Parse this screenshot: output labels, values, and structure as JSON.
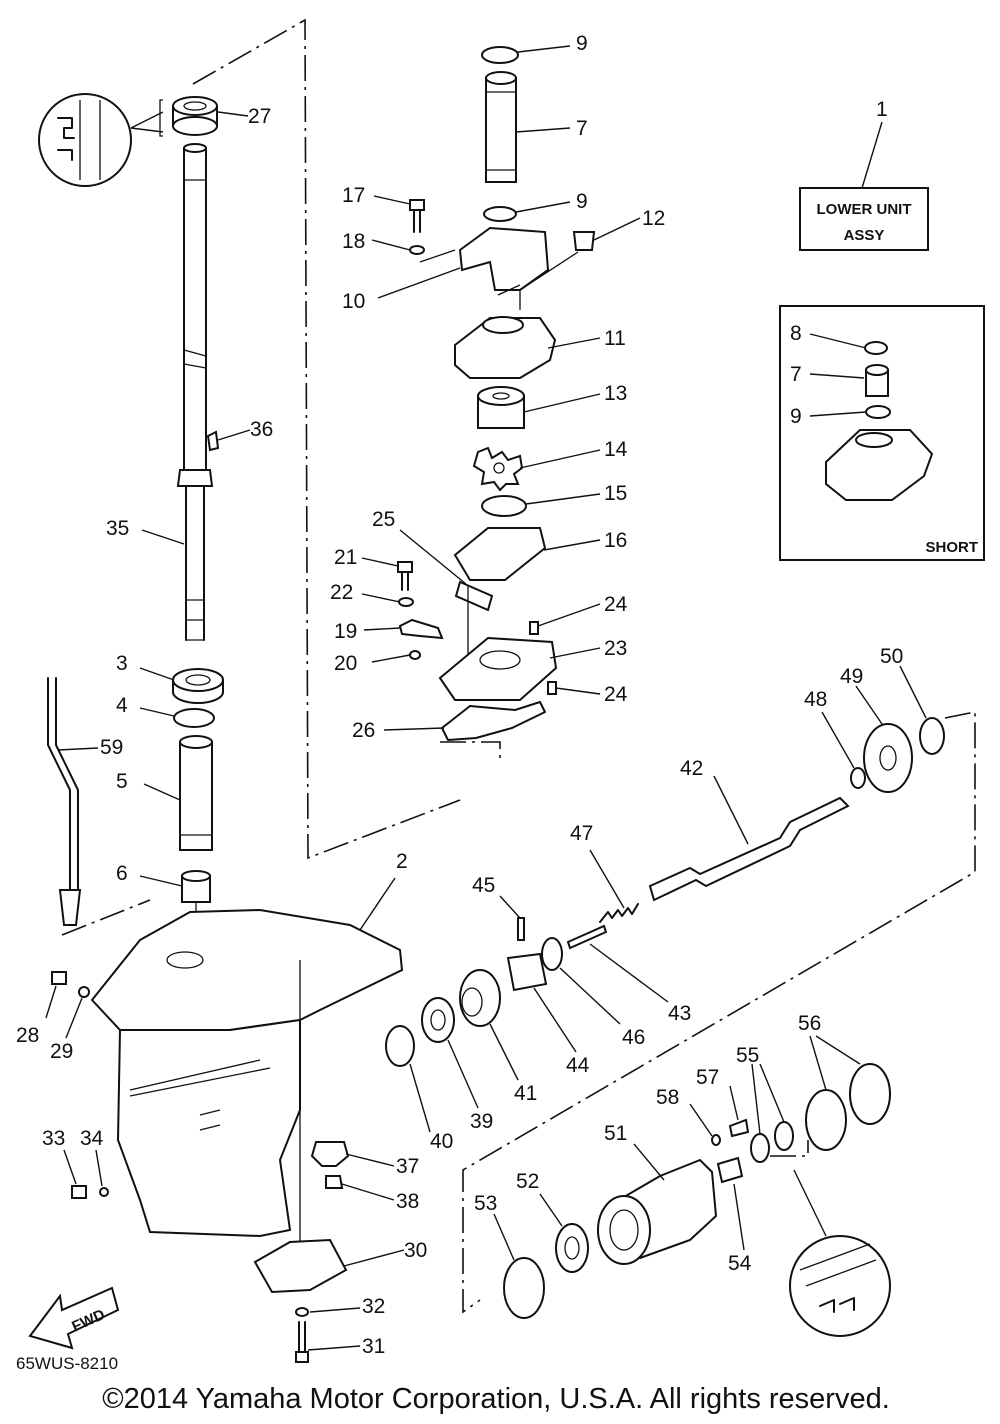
{
  "diagram": {
    "diagram_code": "65WUS-8210",
    "copyright": "©2014 Yamaha Motor Corporation, U.S.A. All rights reserved.",
    "fwd_label": "FWD",
    "lower_unit_box": {
      "line1": "LOWER UNIT",
      "line2": "ASSY"
    },
    "short_box_label": "SHORT",
    "callouts": {
      "c1": "1",
      "c2": "2",
      "c3": "3",
      "c4": "4",
      "c5": "5",
      "c6": "6",
      "c7": "7",
      "c8": "8",
      "c9a": "9",
      "c9b": "9",
      "c10": "10",
      "c11": "11",
      "c12": "12",
      "c13": "13",
      "c14": "14",
      "c15": "15",
      "c16": "16",
      "c17": "17",
      "c18": "18",
      "c19": "19",
      "c20": "20",
      "c21": "21",
      "c22": "22",
      "c23": "23",
      "c24a": "24",
      "c24b": "24",
      "c25": "25",
      "c26": "26",
      "c27": "27",
      "c28": "28",
      "c29": "29",
      "c30": "30",
      "c31": "31",
      "c32": "32",
      "c33": "33",
      "c34": "34",
      "c35": "35",
      "c36": "36",
      "c37": "37",
      "c38": "38",
      "c39": "39",
      "c40": "40",
      "c41": "41",
      "c42": "42",
      "c43": "43",
      "c44": "44",
      "c45": "45",
      "c46": "46",
      "c47": "47",
      "c48": "48",
      "c49": "49",
      "c50": "50",
      "c51": "51",
      "c52": "52",
      "c53": "53",
      "c54": "54",
      "c55": "55",
      "c56": "56",
      "c57": "57",
      "c58": "58",
      "c59": "59",
      "s7": "7",
      "s8": "8",
      "s9": "9"
    }
  }
}
